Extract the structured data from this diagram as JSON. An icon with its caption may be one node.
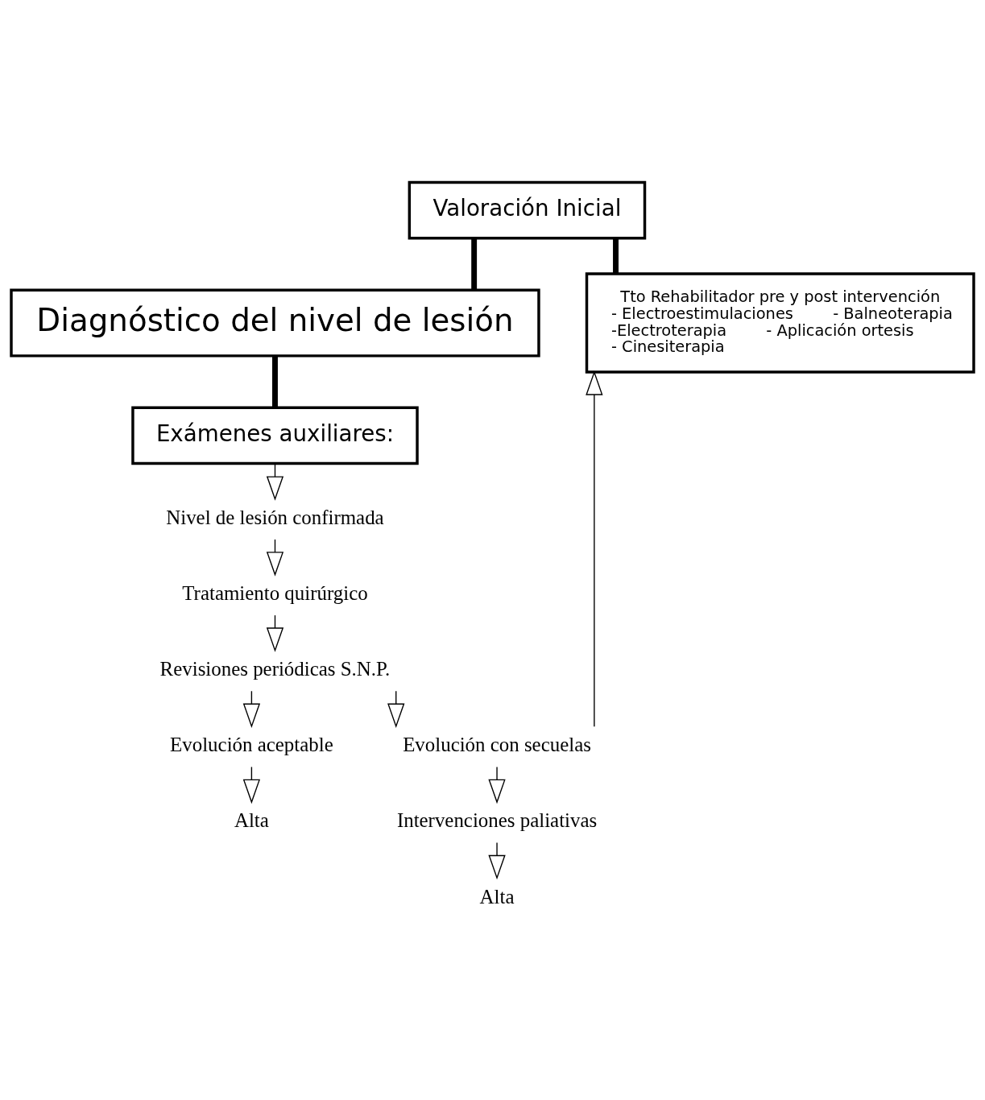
{
  "diagram": {
    "nodes": [
      {
        "text": [
          "Valoración Inicial"
        ]
      },
      {
        "text": [
          "Diagnóstico del nivel de lesión"
        ]
      },
      {
        "text": [
          "Tto Rehabilitador pre y post intervención",
          "- Electroestimulaciones",
          "- Balneoterapia",
          "-Electroterapia",
          "- Aplicación ortesis",
          "- Cinesiterapia"
        ]
      },
      {
        "text": [
          "Exámenes auxiliares:"
        ]
      },
      {
        "text": [
          "Nivel de lesión confirmada"
        ]
      },
      {
        "text": [
          "Tratamiento quirúrgico"
        ]
      },
      {
        "text": [
          "Revisiones periódicas S.N.P."
        ]
      },
      {
        "text": [
          "Evolución aceptable"
        ]
      },
      {
        "text": [
          "Evolución con secuelas"
        ]
      },
      {
        "text": [
          "Alta"
        ]
      },
      {
        "text": [
          "Intervenciones paliativas"
        ]
      },
      {
        "text": [
          "Alta"
        ]
      }
    ],
    "edges": [
      {
        "from": 0,
        "to": 1,
        "arrow": "none",
        "style": "thick"
      },
      {
        "from": 0,
        "to": 2,
        "arrow": "none",
        "style": "thick"
      },
      {
        "from": 1,
        "to": 3,
        "arrow": "none",
        "style": "thick"
      },
      {
        "from": 3,
        "to": 4,
        "arrow": "to"
      },
      {
        "from": 4,
        "to": 5,
        "arrow": "to"
      },
      {
        "from": 5,
        "to": 6,
        "arrow": "to"
      },
      {
        "from": 6,
        "to": 7,
        "arrow": "to"
      },
      {
        "from": 6,
        "to": 8,
        "arrow": "to"
      },
      {
        "from": 7,
        "to": 9,
        "arrow": "to"
      },
      {
        "from": 8,
        "to": 10,
        "arrow": "to"
      },
      {
        "from": 10,
        "to": 11,
        "arrow": "to"
      },
      {
        "from": 8,
        "to": 2,
        "arrow": "to"
      }
    ]
  }
}
